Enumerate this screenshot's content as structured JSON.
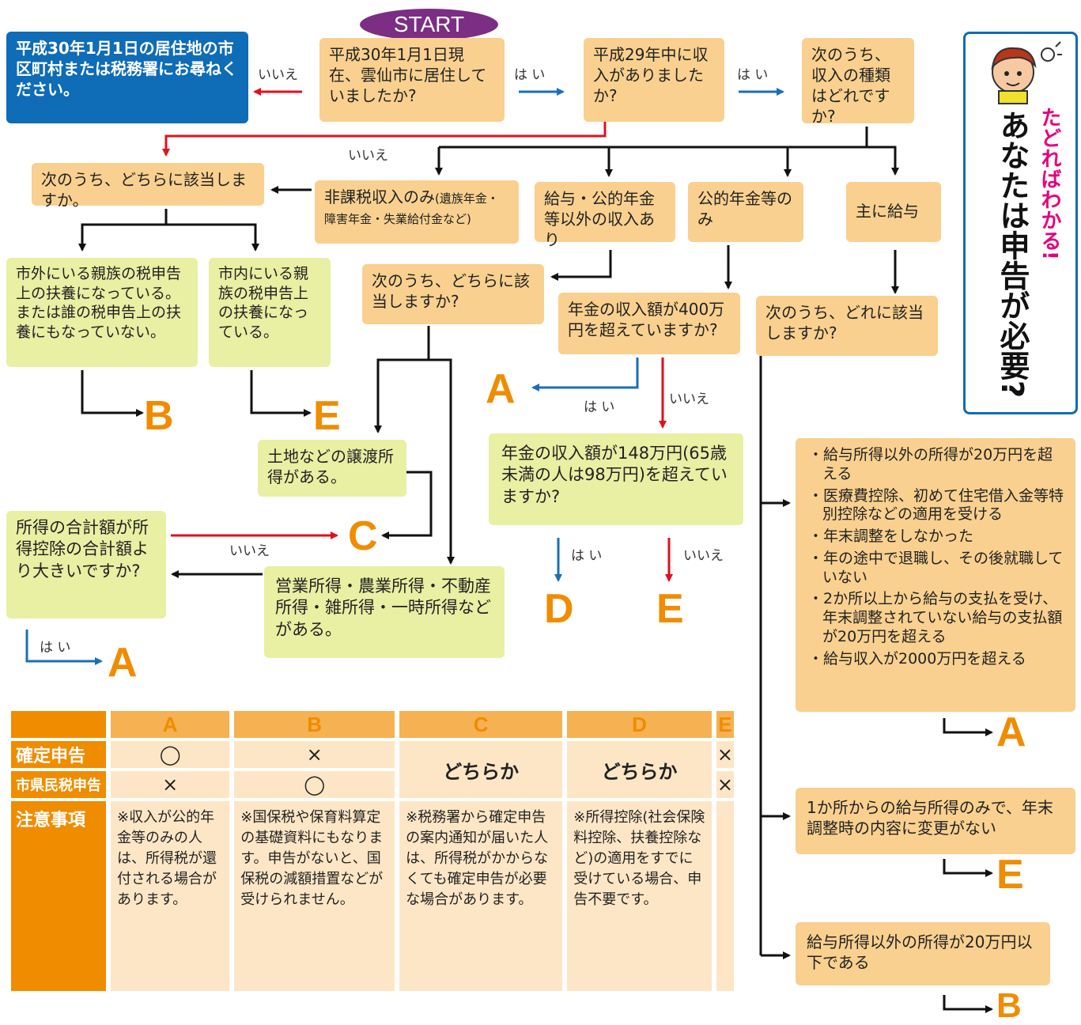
{
  "start": "START",
  "nodes": {
    "q1": "平成30年1月1日現在、雲仙市に居住していましたか?",
    "refer": "平成30年1月1日の居住地の市区町村または税務署にお尋ねください。",
    "q2": "平成29年中に収入がありましたか?",
    "q3": "次のうち、収入の種類はどれですか?",
    "q_which1": "次のうち、どちらに該当しますか。",
    "nontax": "非課税収入のみ",
    "nontax_note": "(遺族年金・障害年金・失業給付金など)",
    "other_income": "給与・公的年金等以外の収入あり",
    "pension_only": "公的年金等のみ",
    "salary": "主に給与",
    "dep_outside": "市外にいる親族の税申告上の扶養になっている。または誰の税申告上の扶養にもなっていない。",
    "dep_inside": "市内にいる親族の税申告上の扶養になっている。",
    "q_which2": "次のうち、どちらに該当しますか?",
    "pension400": "年金の収入額が400万円を超えていますか?",
    "q_which3": "次のうち、どれに該当しますか?",
    "land": "土地などの譲渡所得がある。",
    "business": "営業所得・農業所得・不動産所得・雑所得・一時所得などがある。",
    "total_income": "所得の合計額が所得控除の合計額より大きいですか?",
    "pension148": "年金の収入額が148万円(65歳未満の人は98万円)を超えていますか?",
    "cond_list": [
      "・給与所得以外の所得が20万円を超える",
      "・医療費控除、初めて住宅借入金等特別控除などの適用を受ける",
      "・年末調整をしなかった",
      "・年の途中で退職し、その後就職していない",
      "・2か所以上から給与の支払を受け、年末調整されていない給与の支払額が20万円を超える",
      "・給与収入が2000万円を超える"
    ],
    "one_place": "1か所からの給与所得のみで、年末調整時の内容に変更がない",
    "below20": "給与所得以外の所得が20万円以下である"
  },
  "labels": {
    "yes": "は い",
    "no": "いいえ"
  },
  "results": {
    "A": "A",
    "B": "B",
    "C": "C",
    "D": "D",
    "E": "E"
  },
  "side": {
    "sub": "たどればわかる!",
    "title": "あなたは申告が必要?"
  },
  "table": {
    "cols": [
      "A",
      "B",
      "C",
      "D",
      "E"
    ],
    "row1": {
      "label": "確定申告",
      "A": "◯",
      "B": "×",
      "E": "×"
    },
    "row2": {
      "label": "市県民税申告",
      "A": "×",
      "B": "◯",
      "E": "×"
    },
    "either": "どちらか",
    "notes_label": "注意事項",
    "notes": {
      "A": "※収入が公的年金等のみの人は、所得税が還付される場合があります。",
      "B": "※国保税や保育料算定の基礎資料にもなります。申告がないと、国保税の減額措置などが受けられません。",
      "C": "※税務署から確定申告の案内通知が届いた人は、所得税がかからなくても確定申告が必要な場合があります。",
      "D": "※所得控除(社会保険料控除、扶養控除など)の適用をすでに受けている場合、申告不要です。"
    }
  },
  "colors": {
    "orange_box": "#f9d08f",
    "yellow_box": "#e9efa3",
    "blue_box": "#0f6cb6",
    "accent": "#f08c00",
    "red_arrow": "#e0101e",
    "blue_arrow": "#1a6fb8",
    "start": "#7b2e83"
  }
}
